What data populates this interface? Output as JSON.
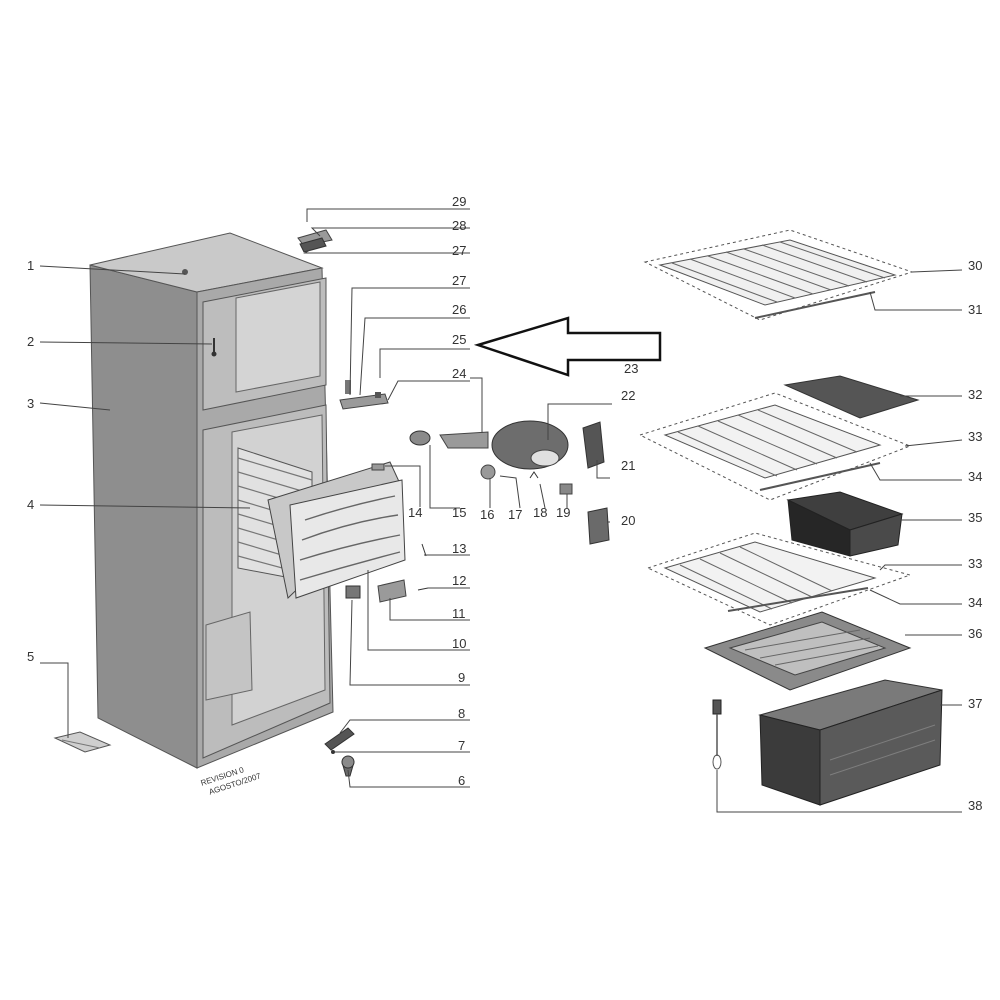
{
  "labels": [
    {
      "id": "1",
      "text": "1"
    },
    {
      "id": "2",
      "text": "2"
    },
    {
      "id": "3",
      "text": "3"
    },
    {
      "id": "4",
      "text": "4"
    },
    {
      "id": "5",
      "text": "5"
    },
    {
      "id": "6",
      "text": "6"
    },
    {
      "id": "7",
      "text": "7"
    },
    {
      "id": "8",
      "text": "8"
    },
    {
      "id": "9",
      "text": "9"
    },
    {
      "id": "10",
      "text": "10"
    },
    {
      "id": "11",
      "text": "11"
    },
    {
      "id": "12",
      "text": "12"
    },
    {
      "id": "13",
      "text": "13"
    },
    {
      "id": "14",
      "text": "14"
    },
    {
      "id": "15",
      "text": "15"
    },
    {
      "id": "16",
      "text": "16"
    },
    {
      "id": "17",
      "text": "17"
    },
    {
      "id": "18",
      "text": "18"
    },
    {
      "id": "19",
      "text": "19"
    },
    {
      "id": "20",
      "text": "20"
    },
    {
      "id": "21",
      "text": "21"
    },
    {
      "id": "22",
      "text": "22"
    },
    {
      "id": "23",
      "text": "23"
    },
    {
      "id": "24",
      "text": "24"
    },
    {
      "id": "25",
      "text": "25"
    },
    {
      "id": "26",
      "text": "26"
    },
    {
      "id": "27a",
      "text": "27"
    },
    {
      "id": "27b",
      "text": "27"
    },
    {
      "id": "28",
      "text": "28"
    },
    {
      "id": "29",
      "text": "29"
    },
    {
      "id": "30",
      "text": "30"
    },
    {
      "id": "31",
      "text": "31"
    },
    {
      "id": "32",
      "text": "32"
    },
    {
      "id": "33a",
      "text": "33"
    },
    {
      "id": "34a",
      "text": "34"
    },
    {
      "id": "35",
      "text": "35"
    },
    {
      "id": "33b",
      "text": "33"
    },
    {
      "id": "34b",
      "text": "34"
    },
    {
      "id": "36",
      "text": "36"
    },
    {
      "id": "37",
      "text": "37"
    },
    {
      "id": "38",
      "text": "38"
    }
  ],
  "stamp": {
    "line1": "REVISION 0",
    "line2": "AGOSTO/2007"
  },
  "colors": {
    "cabinet": "#8e8e8e",
    "lines": "#444444",
    "arrow": "#111111",
    "background": "#ffffff"
  }
}
